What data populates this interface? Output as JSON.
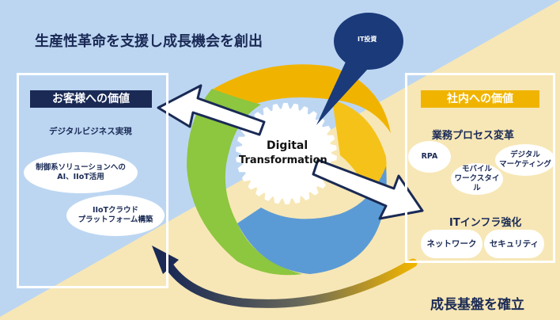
{
  "headline": "生産性革命を支援し成長機会を創出",
  "footer": "成長基盤を確立",
  "center": {
    "line1": "Digital",
    "line2": "Transformation"
  },
  "bubble": "IT投資",
  "left_panel": {
    "header": "お客様への価値",
    "subtitle": "デジタルビジネス実現",
    "item1_line1": "制御系ソリューションへの",
    "item1_line2": "AI、IIoT活用",
    "item2_line1": "IIoTクラウド",
    "item2_line2": "プラットフォーム構築"
  },
  "right_panel": {
    "header": "社内への価値",
    "section1": "業務プロセス変革",
    "rpa": "RPA",
    "digital_line1": "デジタル",
    "digital_line2": "マーケティング",
    "mobile_line1": "モバイル",
    "mobile_line2": "ワークスタイル",
    "section2": "ITインフラ強化",
    "network": "ネットワーク",
    "security": "セキュリティ"
  },
  "colors": {
    "blue_bg": "#bcd6f2",
    "cream_bg": "#f7e7b6",
    "navy": "#1a2a55",
    "gold": "#f0b400",
    "green": "#8dc63f",
    "ring_blue": "#5b9bd5",
    "bubble": "#1b3a7a"
  }
}
